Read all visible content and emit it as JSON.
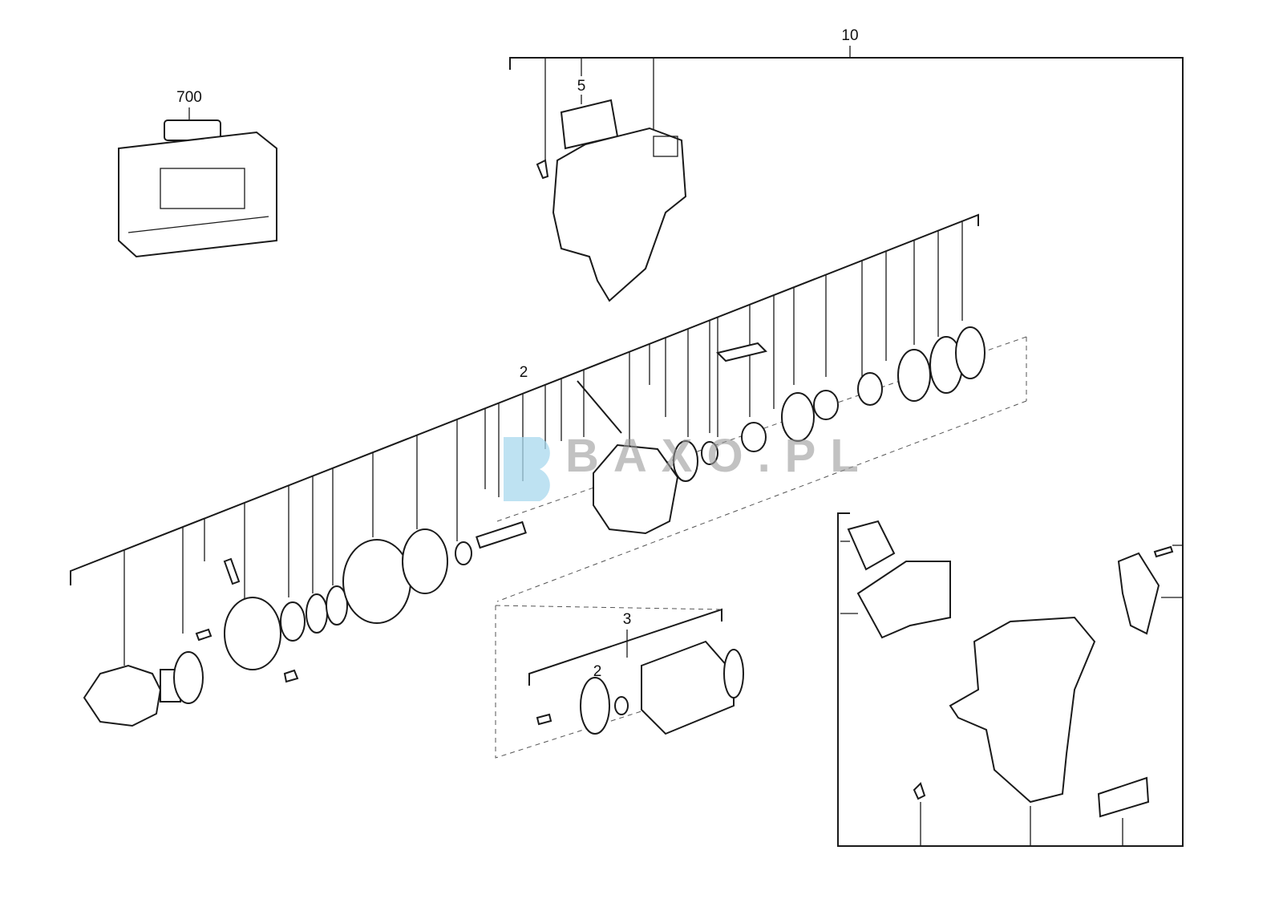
{
  "labels": {
    "case": "700",
    "housing_assembly": "10",
    "nameplate": "5",
    "gearbox_assembly": "2",
    "motor_assembly": "3",
    "motor_pinion": "2"
  },
  "watermark": "BAXO.PL"
}
